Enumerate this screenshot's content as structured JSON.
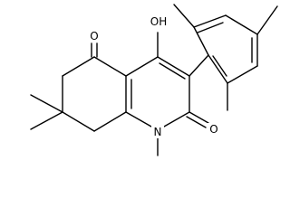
{
  "molecule": {
    "atom_labels": {
      "oxo_top": "O",
      "hydroxyl": "OH",
      "oxo_right": "O",
      "ring_nitrogen": "N"
    }
  }
}
